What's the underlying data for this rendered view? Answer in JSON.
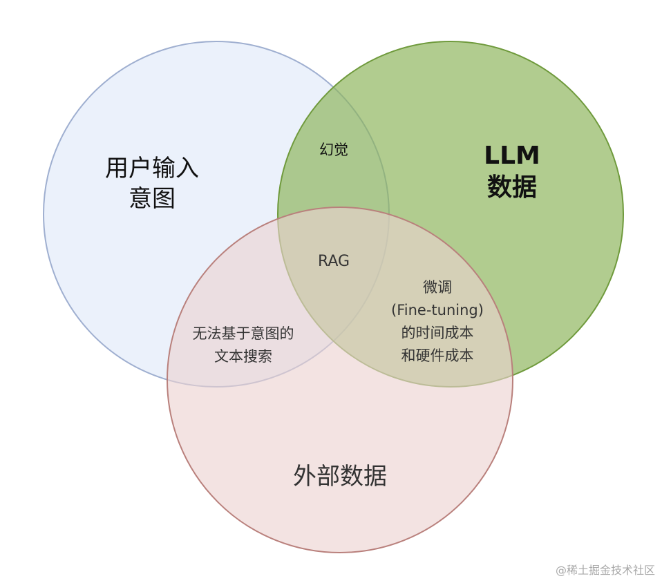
{
  "sets": [
    {
      "id": "user-intent",
      "label_lines": [
        "用户输入",
        "意图"
      ],
      "fill": "#dfe8f8",
      "stroke": "#9fafd0"
    },
    {
      "id": "llm-data",
      "label_lines": [
        "LLM",
        "数据"
      ],
      "fill": "#8cb45a",
      "stroke": "#6f9a3c"
    },
    {
      "id": "external-data",
      "label_lines": [
        "外部数据"
      ],
      "fill": "#ecd2d0",
      "stroke": "#b9807c"
    }
  ],
  "intersections": {
    "hallucination": {
      "lines": [
        "幻觉"
      ]
    },
    "rag": {
      "lines": [
        "RAG"
      ]
    },
    "fine_tuning": {
      "lines": [
        "微调",
        "(Fine-tuning)",
        "的时间成本",
        "和硬件成本"
      ]
    },
    "text_search": {
      "lines": [
        "无法基于意图的",
        "文本搜索"
      ]
    }
  },
  "watermark": "@稀土掘金技术社区"
}
